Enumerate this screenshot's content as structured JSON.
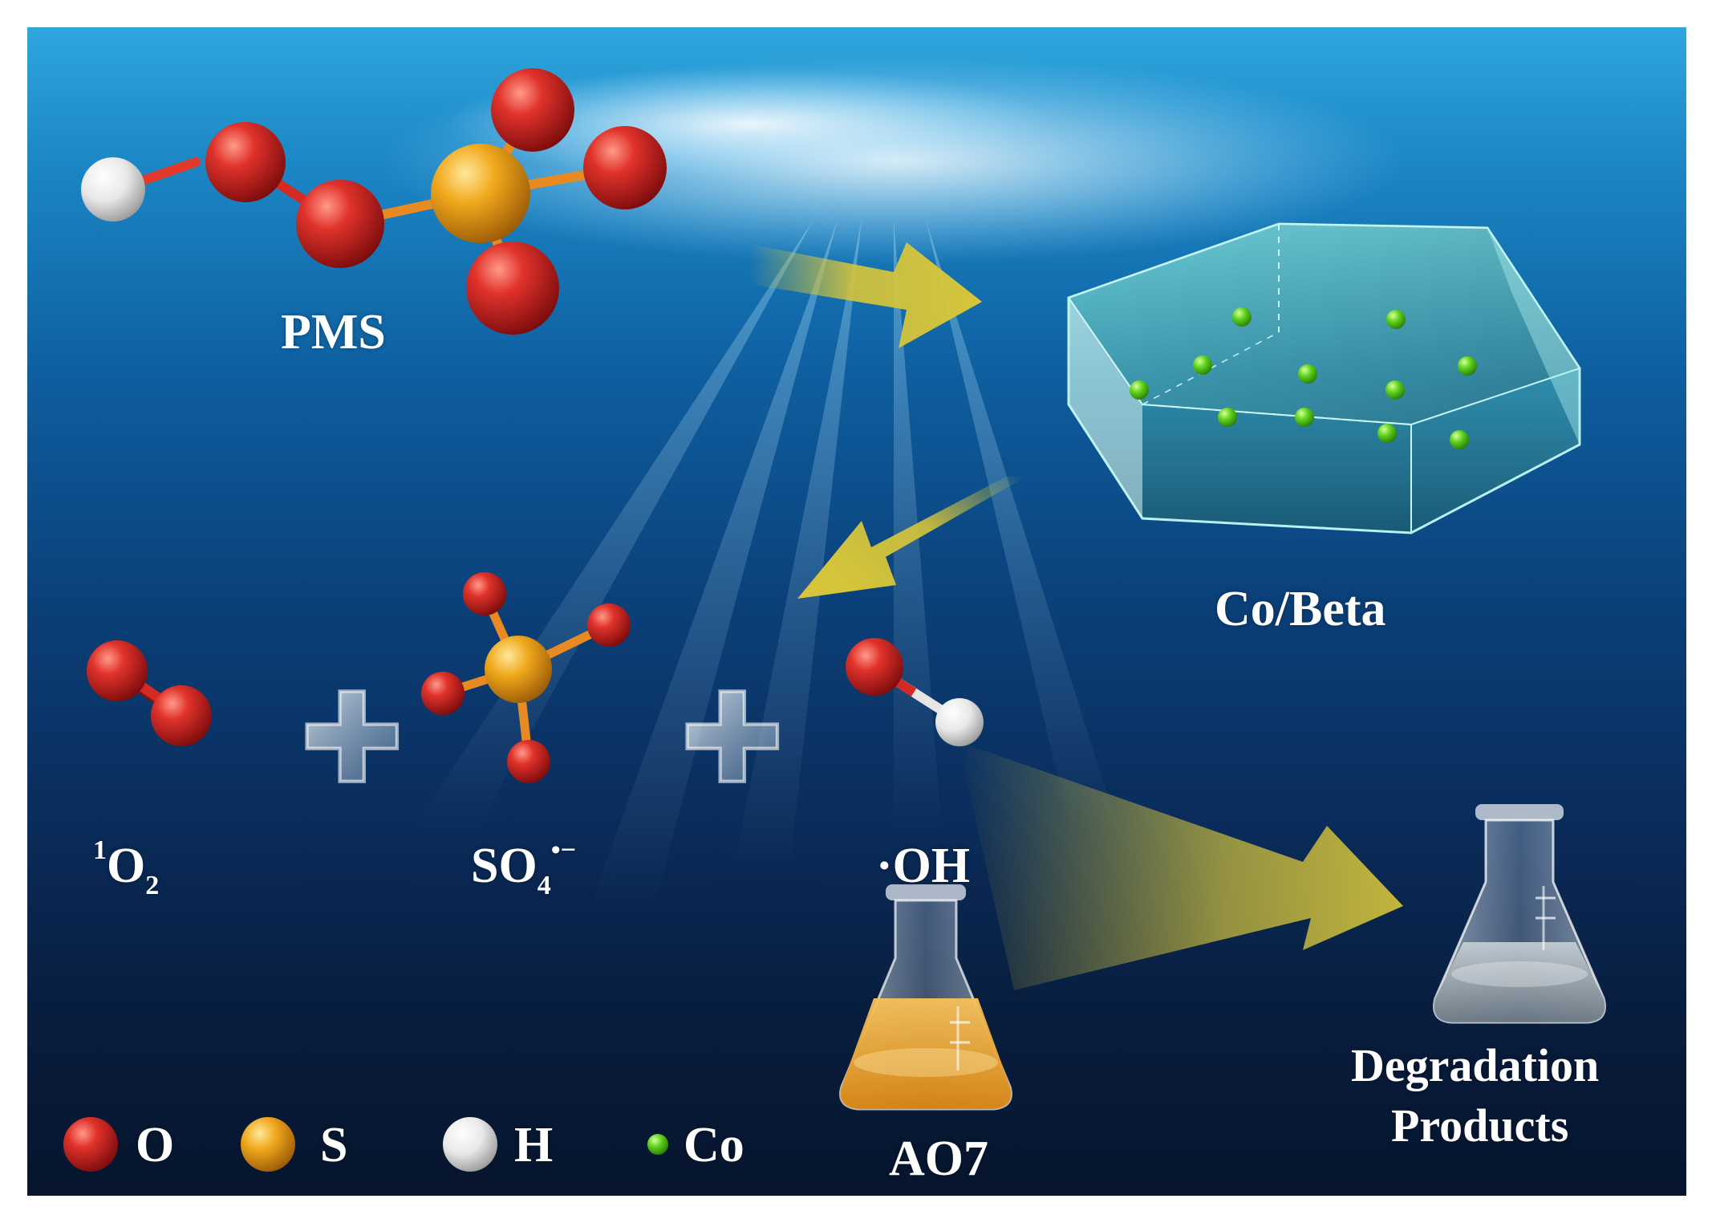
{
  "labels": {
    "pms": "PMS",
    "co_beta": "Co/Beta",
    "singlet_oxygen": {
      "superscript": "1",
      "element": "O",
      "subscript": "2"
    },
    "sulfate_radical": {
      "element": "SO",
      "subscript": "4",
      "superscript": "•−"
    },
    "hydroxyl_radical": "·OH",
    "ao7": "AO7",
    "degradation_line1": "Degradation",
    "degradation_line2": "Products"
  },
  "legend": [
    {
      "symbol": "O",
      "color": "#d42a24"
    },
    {
      "symbol": "S",
      "color": "#f0a81c"
    },
    {
      "symbol": "H",
      "color": "#eeeeee"
    },
    {
      "symbol": "Co",
      "color": "#5cd11b"
    }
  ],
  "colors": {
    "oxygen": "#d42a24",
    "sulfur": "#f0a81c",
    "hydrogen": "#eeeeee",
    "cobalt": "#5cd11b",
    "arrow": "#d6c53a",
    "crystal": "#6fd3d8",
    "ao7_liquid": "#e79a1e"
  }
}
